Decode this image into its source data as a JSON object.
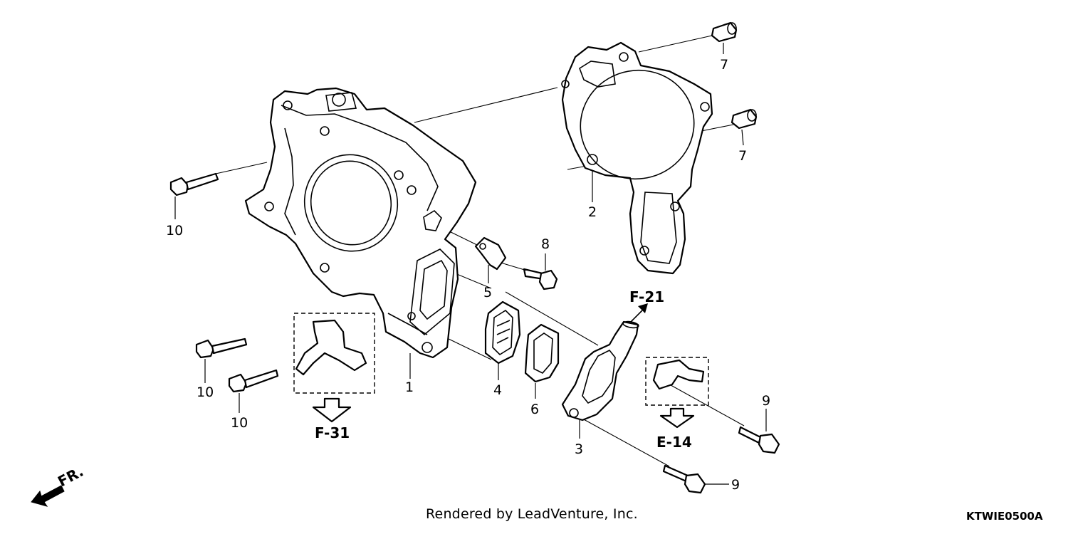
{
  "callouts": {
    "c1": "1",
    "c2": "2",
    "c3": "3",
    "c4": "4",
    "c5": "5",
    "c6": "6",
    "c7a": "7",
    "c7b": "7",
    "c8": "8",
    "c9a": "9",
    "c9b": "9",
    "c10a": "10",
    "c10b": "10",
    "c10c": "10"
  },
  "references": {
    "f21": "F-21",
    "f31": "F-31",
    "e14": "E-14"
  },
  "front_marker": "FR.",
  "footer": {
    "credit": "Rendered by LeadVenture, Inc.",
    "code": "KTWIE0500A"
  }
}
